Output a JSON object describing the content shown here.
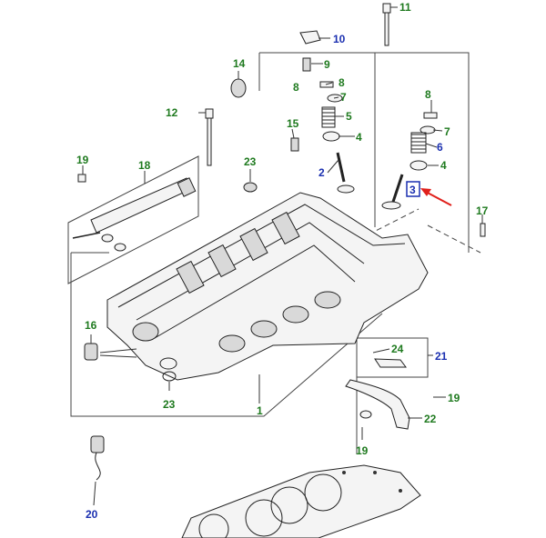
{
  "callouts": {
    "c1": "1",
    "c2": "2",
    "c3": "3",
    "c4a": "4",
    "c4b": "4",
    "c5": "5",
    "c6": "6",
    "c7a": "7",
    "c7b": "7",
    "c8a": "8",
    "c8b": "8",
    "c8c": "8",
    "c9": "9",
    "c10": "10",
    "c11": "11",
    "c12": "12",
    "c14": "14",
    "c15": "15",
    "c16": "16",
    "c17": "17",
    "c18": "18",
    "c19a": "19",
    "c19b": "19",
    "c19c": "19",
    "c20": "20",
    "c21": "21",
    "c22": "22",
    "c23a": "23",
    "c23b": "23",
    "c24": "24"
  },
  "colors": {
    "part_label": "#1f7a1f",
    "assembly_label": "#1a2fb0",
    "highlight_arrow": "#e0201b"
  },
  "highlighted_callout": "3"
}
